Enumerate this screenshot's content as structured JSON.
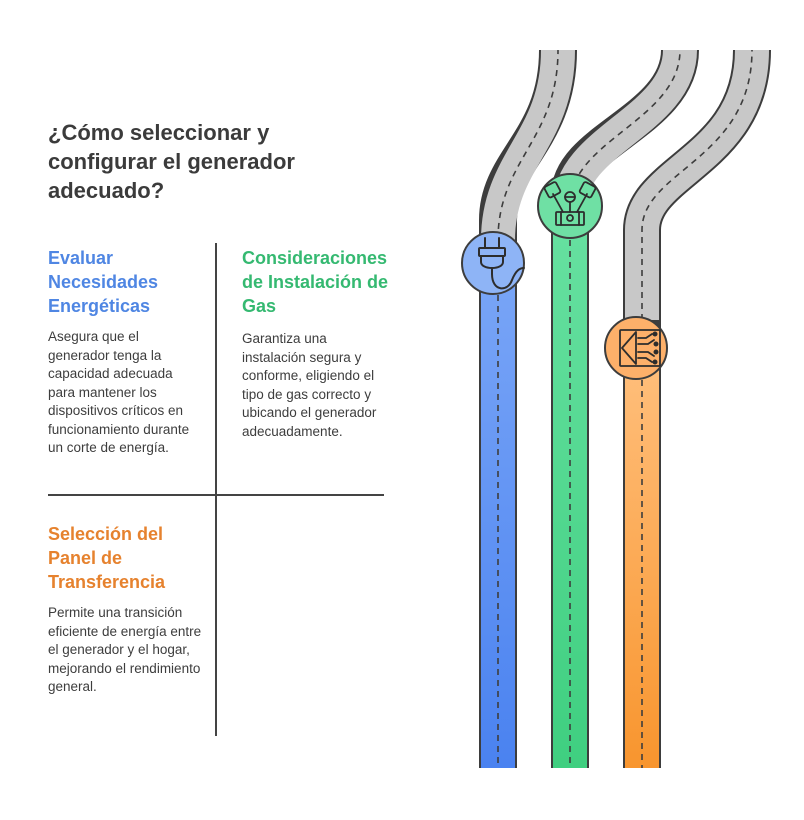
{
  "title": "¿Cómo seleccionar y configurar el generador adecuado?",
  "cards": [
    {
      "title": "Evaluar Necesidades Energéticas",
      "body": "Asegura que el generador tenga la capacidad adecuada para mantener los dispositivos críticos en funcionamiento durante un corte de energía.",
      "color": "#4f86e3",
      "icon": "plug-icon"
    },
    {
      "title": "Consideraciones de Instalación de Gas",
      "body": "Garantiza una instalación segura y conforme, eligiendo el tipo de gas correcto y ubicando el generador adecuadamente.",
      "color": "#35b971",
      "icon": "gas-engine-icon"
    },
    {
      "title": "Selección del Panel de Transferencia",
      "body": "Permite una transición eficiente de energía entre el generador y el hogar, mejorando el rendimiento general.",
      "color": "#e6822e",
      "icon": "transfer-panel-icon"
    }
  ],
  "colors": {
    "road": "#c8c8c8",
    "road_outline": "#3d3d3d",
    "blue_track": "#6d9cf5",
    "green_track": "#5fd894",
    "orange_track": "#fba54c"
  }
}
